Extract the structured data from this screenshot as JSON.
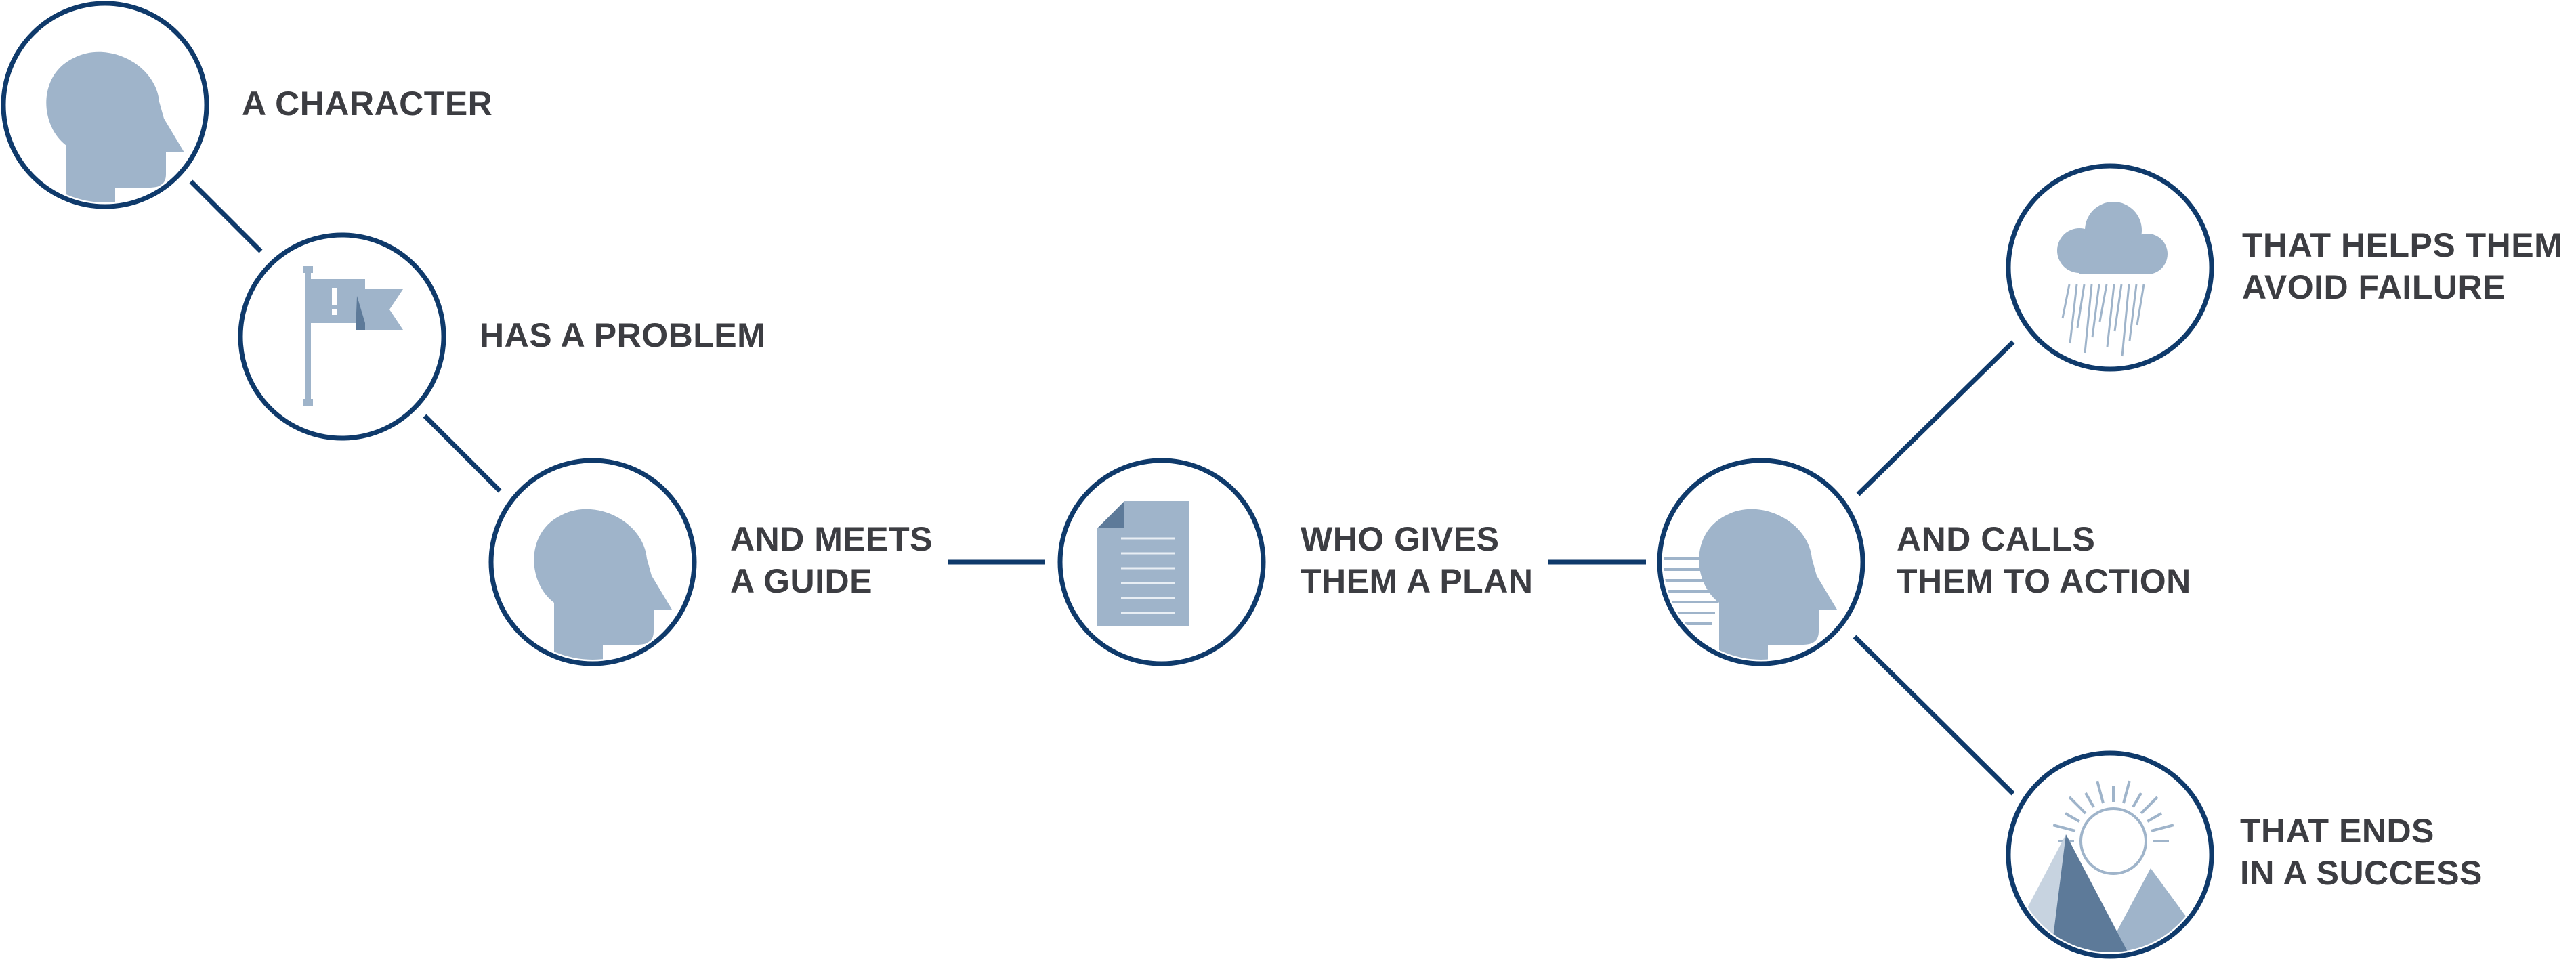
{
  "colors": {
    "ring": "#0f3a6b",
    "connector": "#0f3a6b",
    "icon_fill": "#9fb4ca",
    "icon_dark": "#5d7a99",
    "icon_light": "#c7d3e0",
    "text": "#3c3d42"
  },
  "steps": [
    {
      "icon": "head-icon",
      "lines": [
        "A CHARACTER"
      ]
    },
    {
      "icon": "flag-icon",
      "lines": [
        "HAS A PROBLEM"
      ]
    },
    {
      "icon": "head-icon",
      "lines": [
        "AND MEETS",
        "A GUIDE"
      ]
    },
    {
      "icon": "document-icon",
      "lines": [
        "WHO GIVES",
        "THEM A PLAN"
      ]
    },
    {
      "icon": "speaking-head-icon",
      "lines": [
        "AND CALLS",
        "THEM TO ACTION"
      ]
    },
    {
      "icon": "rain-cloud-icon",
      "lines": [
        "THAT HELPS THEM",
        "AVOID FAILURE"
      ]
    },
    {
      "icon": "mountains-sunrise-icon",
      "lines": [
        "THAT ENDS",
        "IN A SUCCESS"
      ]
    }
  ]
}
